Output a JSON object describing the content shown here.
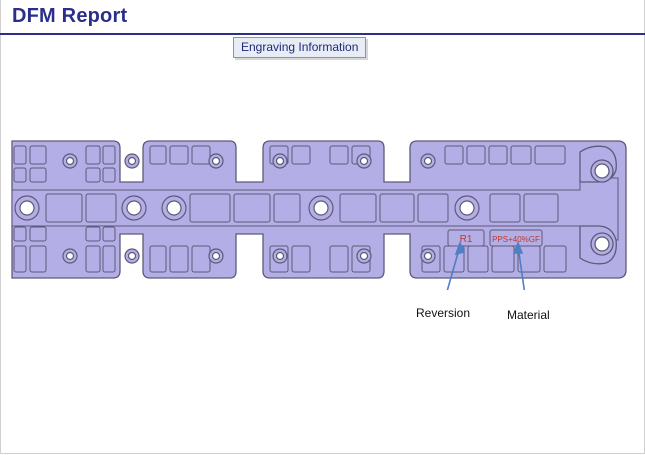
{
  "header": {
    "title": "DFM Report"
  },
  "section": {
    "label": "Engraving Information"
  },
  "engraving": {
    "revision_text": "R1",
    "material_text": "PPS+40%GF",
    "engrave_color": "#c0392b"
  },
  "callouts": {
    "revision_label": "Reversion",
    "material_label": "Material"
  },
  "colors": {
    "part_fill": "#b3aee6",
    "part_stroke": "#5d5a78",
    "arrow": "#4f7fc4",
    "title": "#2b2f8a"
  }
}
